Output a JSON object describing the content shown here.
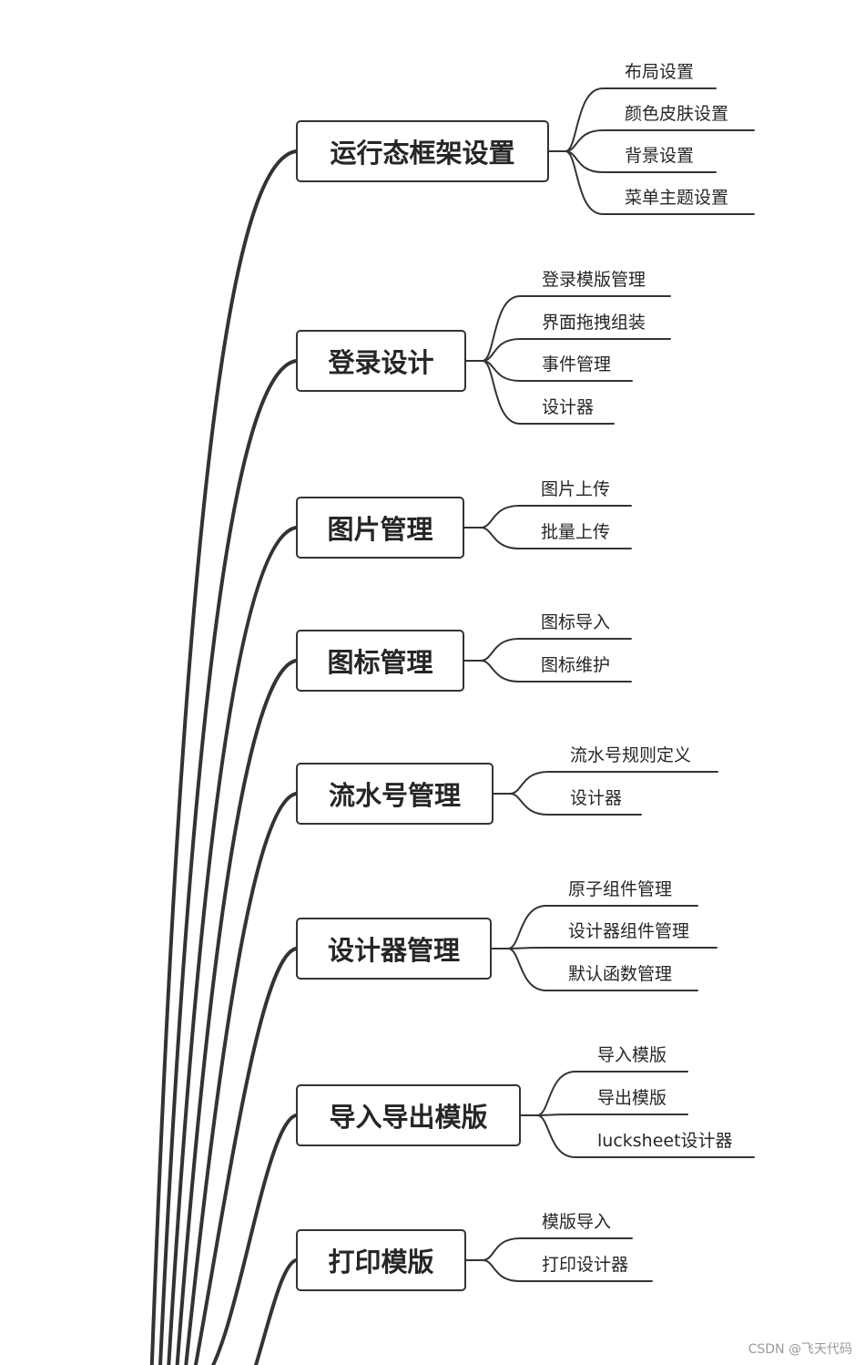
{
  "branches": [
    {
      "label": "运行态框架设置",
      "children": [
        "布局设置",
        "颜色皮肤设置",
        "背景设置",
        "菜单主题设置"
      ]
    },
    {
      "label": "登录设计",
      "children": [
        "登录模版管理",
        "界面拖拽组装",
        "事件管理",
        "设计器"
      ]
    },
    {
      "label": "图片管理",
      "children": [
        "图片上传",
        "批量上传"
      ]
    },
    {
      "label": "图标管理",
      "children": [
        "图标导入",
        "图标维护"
      ]
    },
    {
      "label": "流水号管理",
      "children": [
        "流水号规则定义",
        "设计器"
      ]
    },
    {
      "label": "设计器管理",
      "children": [
        "原子组件管理",
        "设计器组件管理",
        "默认函数管理"
      ]
    },
    {
      "label": "导入导出模版",
      "children": [
        "导入模版",
        "导出模版",
        "lucksheet设计器"
      ]
    },
    {
      "label": "打印模版",
      "children": [
        "模版导入",
        "打印设计器"
      ]
    }
  ],
  "watermark": "CSDN @飞天代码",
  "colors": {
    "line": "#333333",
    "text": "#262626",
    "background": "#ffffff"
  }
}
